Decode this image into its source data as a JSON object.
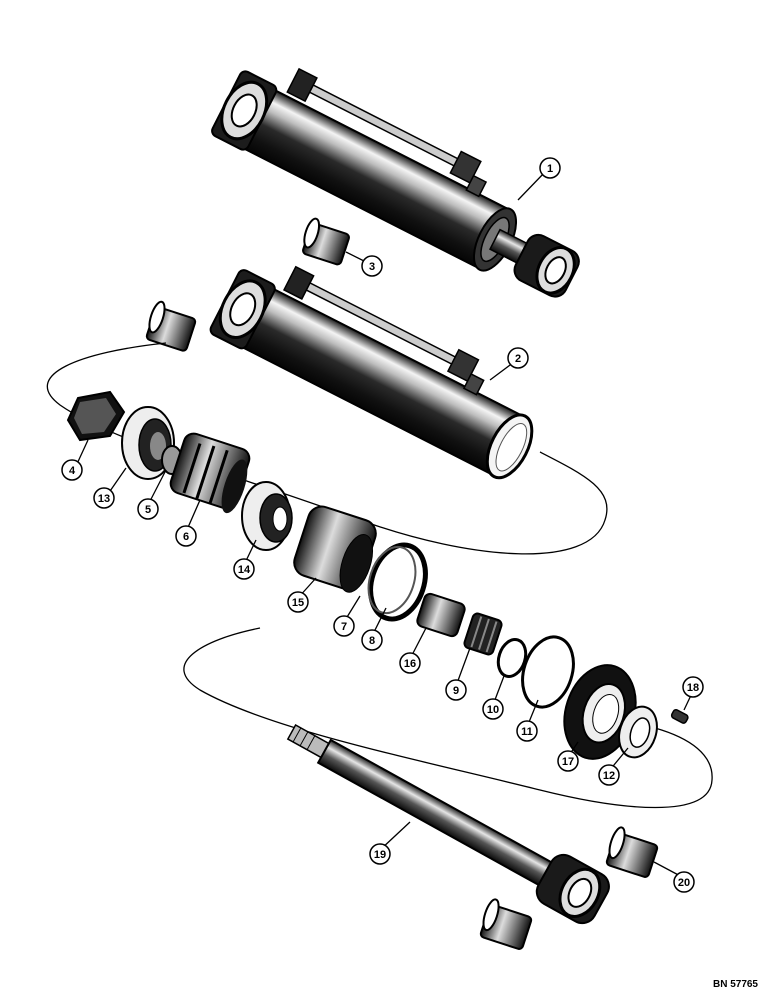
{
  "diagram": {
    "reference_code": "BN 57765",
    "callouts": [
      "1",
      "2",
      "3",
      "4",
      "5",
      "6",
      "7",
      "8",
      "9",
      "10",
      "11",
      "12",
      "13",
      "14",
      "15",
      "16",
      "17",
      "18",
      "19",
      "20"
    ]
  }
}
